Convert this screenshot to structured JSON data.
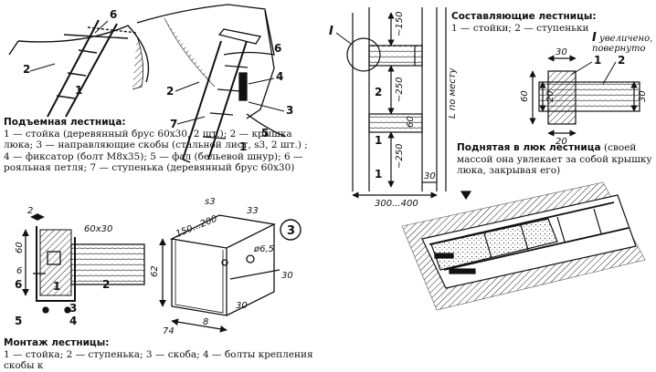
{
  "captions": {
    "lift_ladder": {
      "title": "Подъемная лестница:",
      "text": "1 — стойка (деревянный брус 60х30, 2 шт.); 2 — крышка люка; 3 — направляющие скобы (стальной лист, s3, 2 шт.) ; 4 — фиксатор (болт М8х35); 5 — фал (бельевой шнур); 6 — рояльная петля; 7 — ступенька (деревянный брус 60х30)"
    },
    "components": {
      "title": "Составляющие лестницы:",
      "text": "1 — стойки; 2 — ступеньки"
    },
    "detail_note": {
      "roman": "I",
      "text": "увеличено, повернуто"
    },
    "raised": {
      "title": "Поднятая в люк лестница",
      "text": " (своей массой она увлекает за собой крышку люка, закрывая его)"
    },
    "mounting": {
      "title": "Монтаж лестницы:",
      "text": "1 — стойка; 2 — ступенька; 3 — скоба; 4 — болты крепления скобы к"
    }
  },
  "labels": {
    "top_left": [
      "6",
      "2",
      "1"
    ],
    "ladder": [
      "6",
      "2",
      "4",
      "3",
      "7",
      "5",
      "1"
    ],
    "components": [
      "I",
      "2",
      "1",
      "1"
    ],
    "detail": [
      "1",
      "2"
    ],
    "mount": [
      "1",
      "2",
      "3",
      "4",
      "5",
      "6"
    ],
    "bracket_badge": "3"
  },
  "dimensions": {
    "components": [
      "~150",
      "~250",
      "~250",
      "60",
      "L по месту",
      "30",
      "300...400"
    ],
    "detail": [
      "30",
      "60",
      "20",
      "30",
      "20"
    ],
    "mount": [
      "2",
      "60х30",
      "6",
      "60"
    ],
    "bracket": [
      "s3",
      "150...200",
      "33",
      "62",
      "ø6,5",
      "30",
      "74",
      "8",
      "30"
    ]
  }
}
